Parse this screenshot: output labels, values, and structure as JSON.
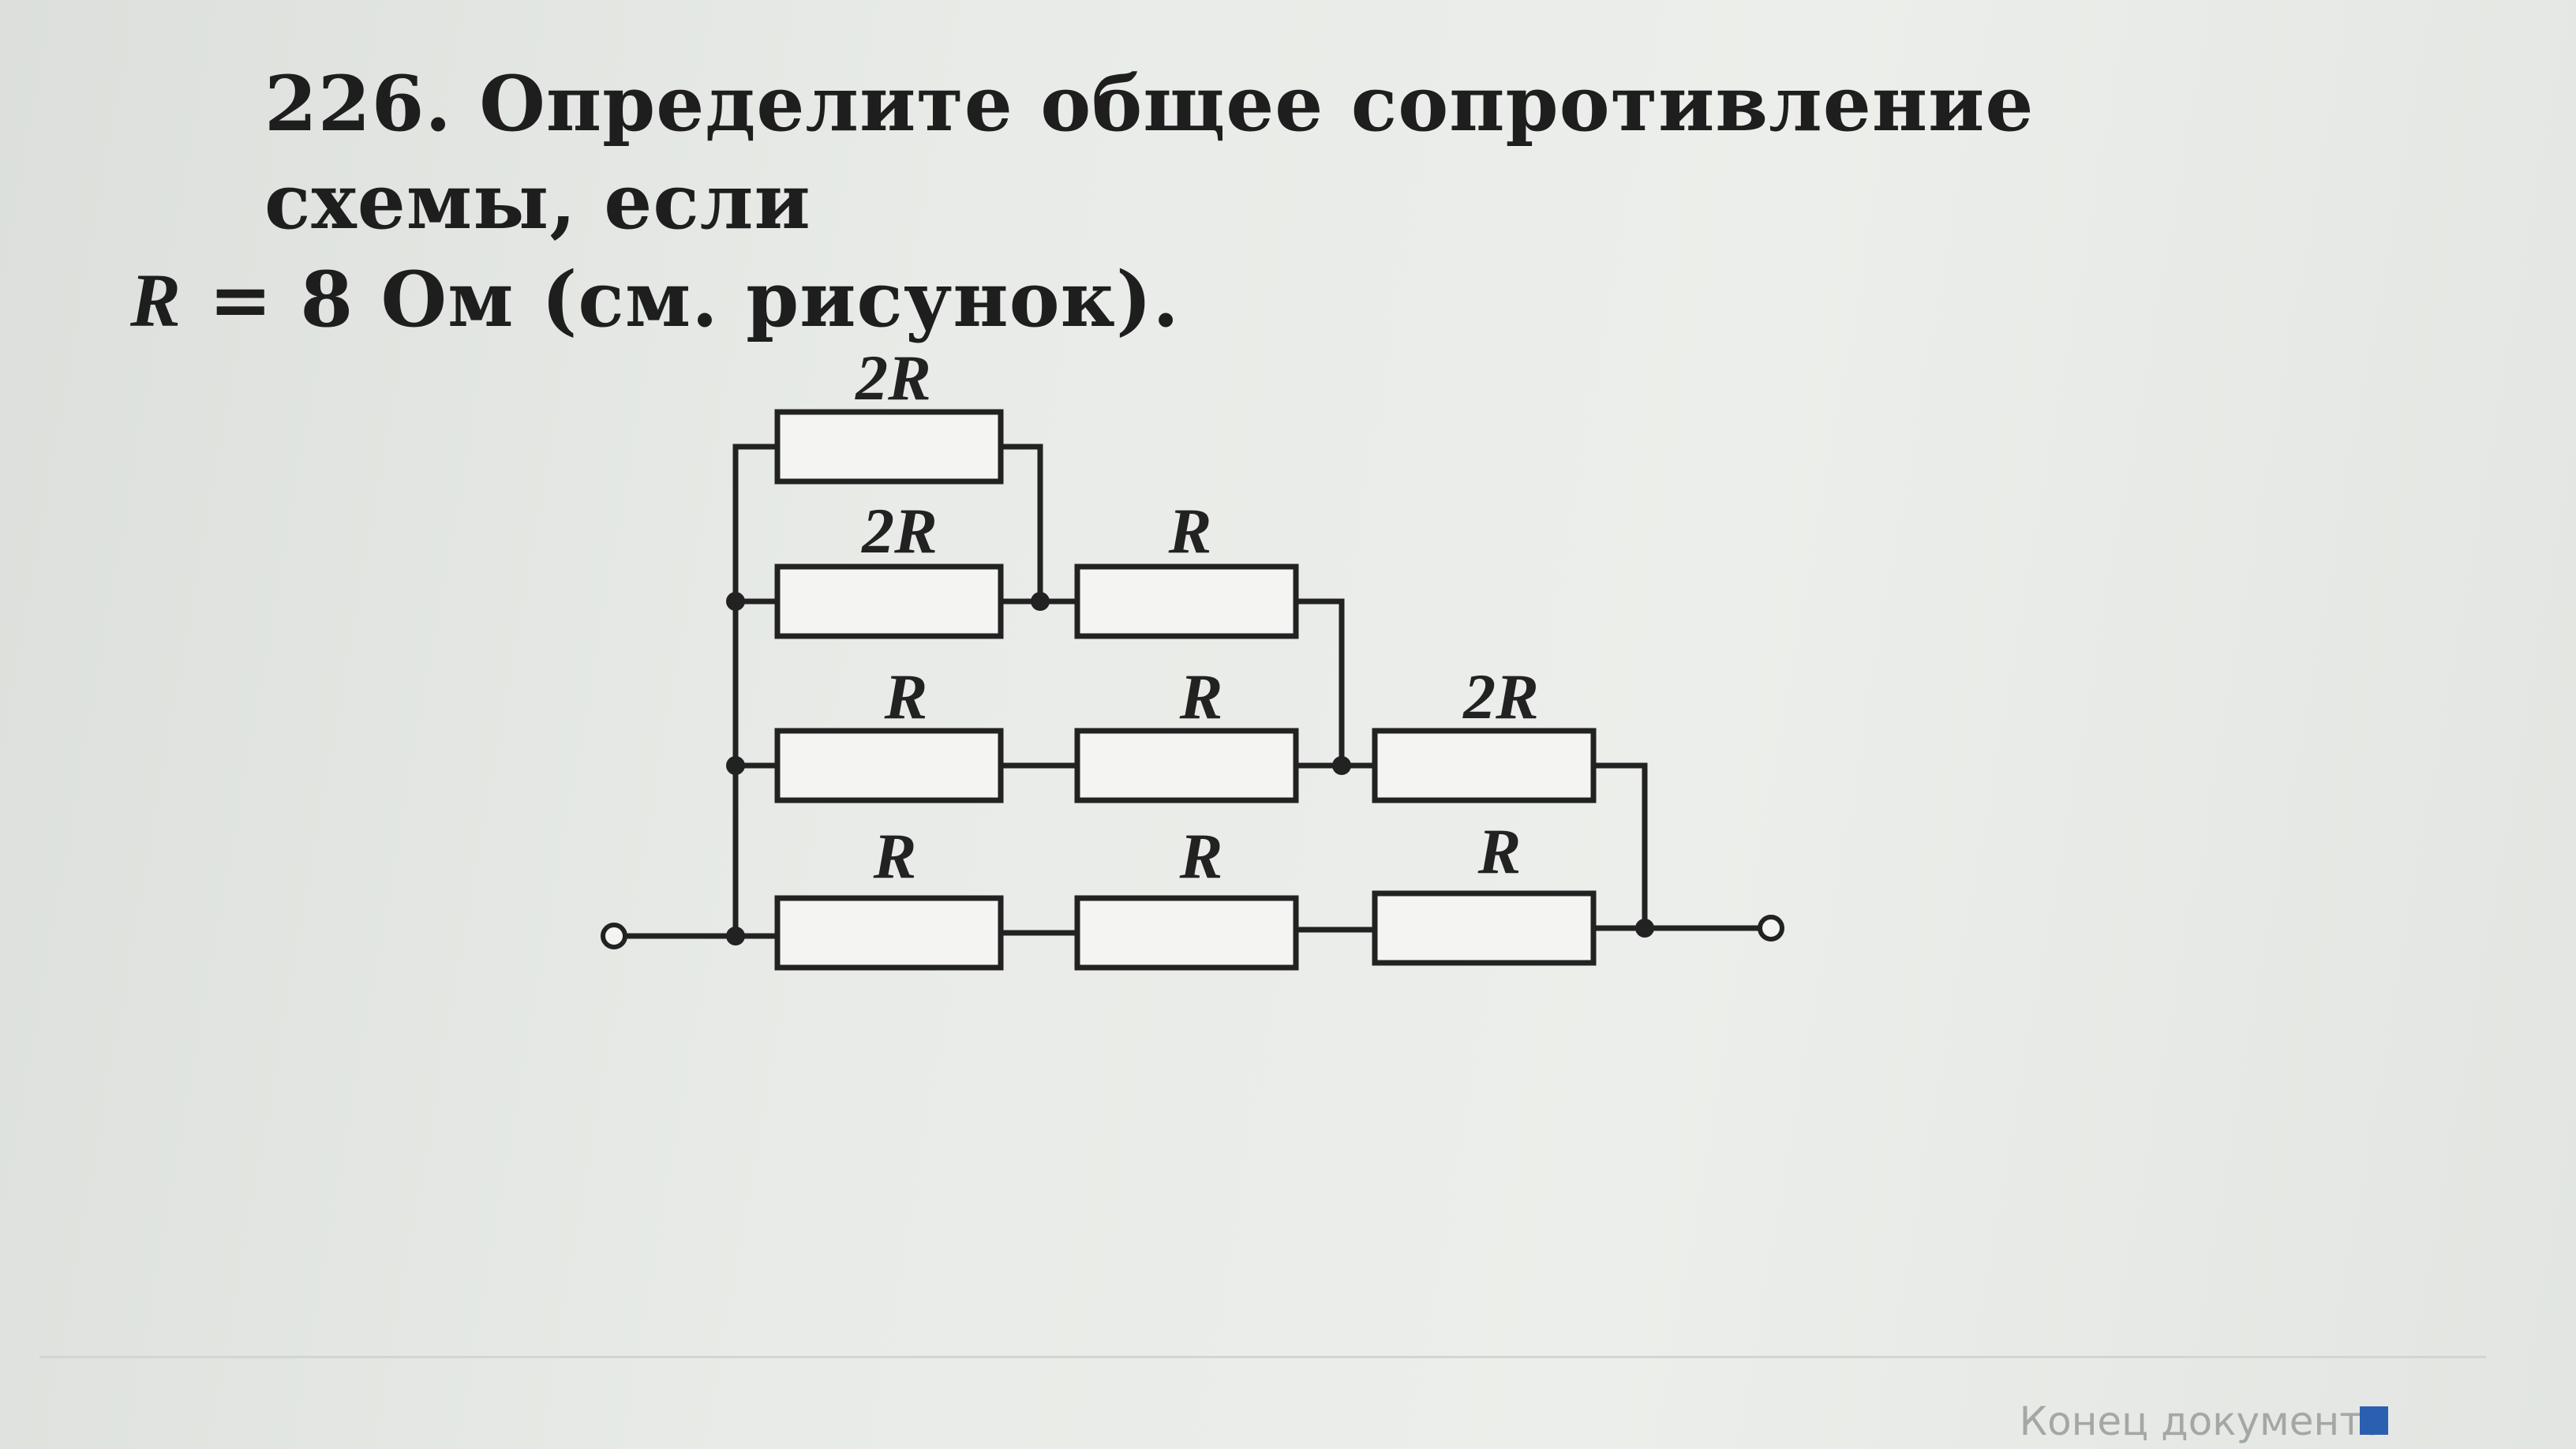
{
  "problem": {
    "line1": "226. Определите общее сопротивление схемы, если",
    "var": "R",
    "line2_rest": " = 8 Ом (см. рисунок)."
  },
  "circuit": {
    "resistor_labels": [
      "2R",
      "2R",
      "R",
      "R",
      "R",
      "2R",
      "R",
      "R",
      "R"
    ]
  },
  "footer": {
    "end_label": "Конец документа"
  }
}
